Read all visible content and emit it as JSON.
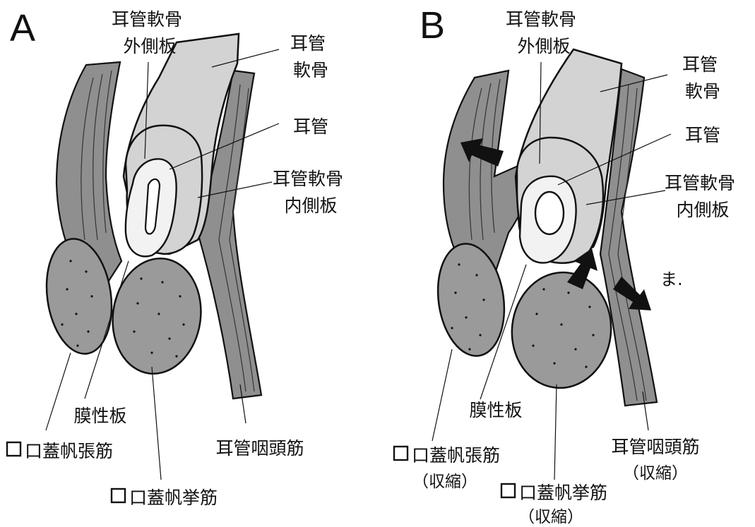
{
  "panels": [
    {
      "letter": "A",
      "labels": {
        "lateral_lamina": [
          "耳管軟骨",
          "外側板"
        ],
        "cartilage": [
          "耳管",
          "軟骨"
        ],
        "tube": "耳管",
        "medial_lamina": [
          "耳管軟骨",
          "内側板"
        ],
        "membranous_lamina": "膜性板",
        "tensor_veli_palatini": "口蓋帆張筋",
        "salpingopharyngeus": "耳管咽頭筋",
        "levator_veli_palatini": "口蓋帆挙筋"
      }
    },
    {
      "letter": "B",
      "labels": {
        "lateral_lamina": [
          "耳管軟骨",
          "外側板"
        ],
        "cartilage": [
          "耳管",
          "軟骨"
        ],
        "tube": "耳管",
        "medial_lamina": [
          "耳管軟骨",
          "内側板"
        ],
        "membranous_lamina": "膜性板",
        "tensor_veli_palatini": "口蓋帆張筋",
        "tensor_note": "（収縮）",
        "salpingopharyngeus": "耳管咽頭筋",
        "salpingopharyngeus_note": "（収縮）",
        "levator_veli_palatini": "口蓋帆挙筋",
        "levator_note": "（収縮）",
        "scribble": "ま."
      }
    }
  ]
}
